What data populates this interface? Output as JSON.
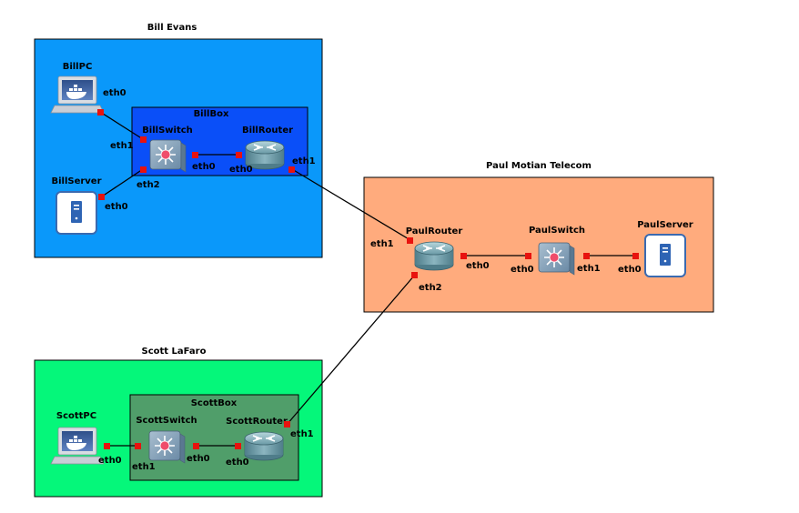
{
  "zones": {
    "bill": {
      "title": "Bill Evans",
      "color": "#0a98fa"
    },
    "paul": {
      "title": "Paul Motian Telecom",
      "color": "#ffab7d"
    },
    "scott": {
      "title": "Scott LaFaro",
      "color": "#05f77a"
    }
  },
  "boxes": {
    "billbox": {
      "title": "BillBox",
      "color": "#0a4ff8"
    },
    "scottbox": {
      "title": "ScottBox",
      "color": "#509e6a"
    }
  },
  "nodes": {
    "billpc": "BillPC",
    "billserver": "BillServer",
    "billswitch": "BillSwitch",
    "billrouter": "BillRouter",
    "paulrouter": "PaulRouter",
    "paulswitch": "PaulSwitch",
    "paulserver": "PaulServer",
    "scottpc": "ScottPC",
    "scottswitch": "ScottSwitch",
    "scottrouter": "ScottRouter"
  },
  "ports": {
    "billpc_eth0": "eth0",
    "billswitch_eth1": "eth1",
    "billserver_eth0": "eth0",
    "billswitch_eth2": "eth2",
    "billswitch_eth0": "eth0",
    "billrouter_eth0": "eth0",
    "billrouter_eth1": "eth1",
    "paulrouter_eth1": "eth1",
    "paulrouter_eth0": "eth0",
    "paulrouter_eth2": "eth2",
    "paulswitch_eth0": "eth0",
    "paulswitch_eth1": "eth1",
    "paulserver_eth0": "eth0",
    "scottpc_eth0": "eth0",
    "scottswitch_eth1": "eth1",
    "scottswitch_eth0": "eth0",
    "scottrouter_eth0": "eth0",
    "scottrouter_eth1": "eth1"
  },
  "icons": {
    "pc": "docker-pc-icon",
    "server": "server-icon",
    "switch": "switch-icon",
    "router": "router-icon"
  },
  "colors": {
    "port": "#e8120e",
    "link": "#000000"
  }
}
